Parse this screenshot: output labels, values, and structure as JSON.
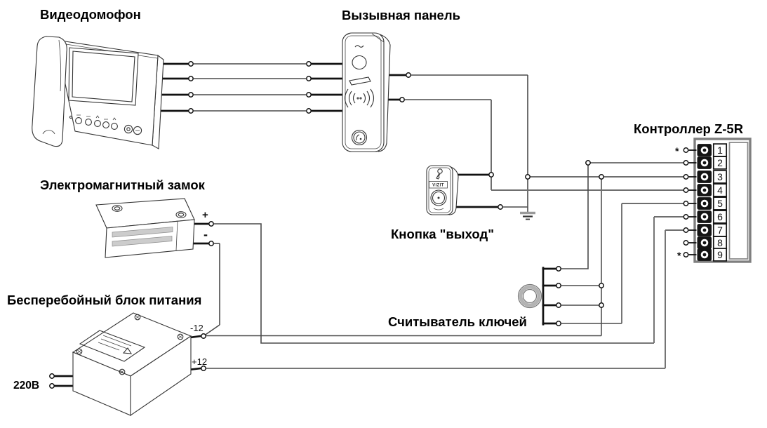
{
  "labels": {
    "intercom": "Видеодомофон",
    "call_panel": "Вызывная панель",
    "controller": "Контроллер Z-5R",
    "lock": "Электромагнитный замок",
    "exit_button": "Кнопка \"выход\"",
    "psu": "Бесперебойный блок питания",
    "reader": "Считыватель ключей",
    "mains_voltage": "220В",
    "psu_minus": "-12",
    "psu_plus": "+12",
    "lock_plus": "+",
    "lock_minus": "-",
    "asterisk": "*",
    "vizit_brand": "VIZIT"
  },
  "controller": {
    "terminals": [
      "1",
      "2",
      "3",
      "4",
      "5",
      "6",
      "7",
      "8",
      "9"
    ],
    "starred_terminals": [
      "1",
      "9"
    ]
  },
  "colors": {
    "background": "#ffffff",
    "wire_thick": "#111111",
    "wire_thin": "#4a4a4a",
    "wire_gray": "#6e6e6e",
    "device_outline": "#333333",
    "terminal_block_frame": "#7f7f7f",
    "terminal_square": "#141414",
    "reader_ring": "#aaaaaa",
    "lock_stripe": "#cccccc"
  }
}
